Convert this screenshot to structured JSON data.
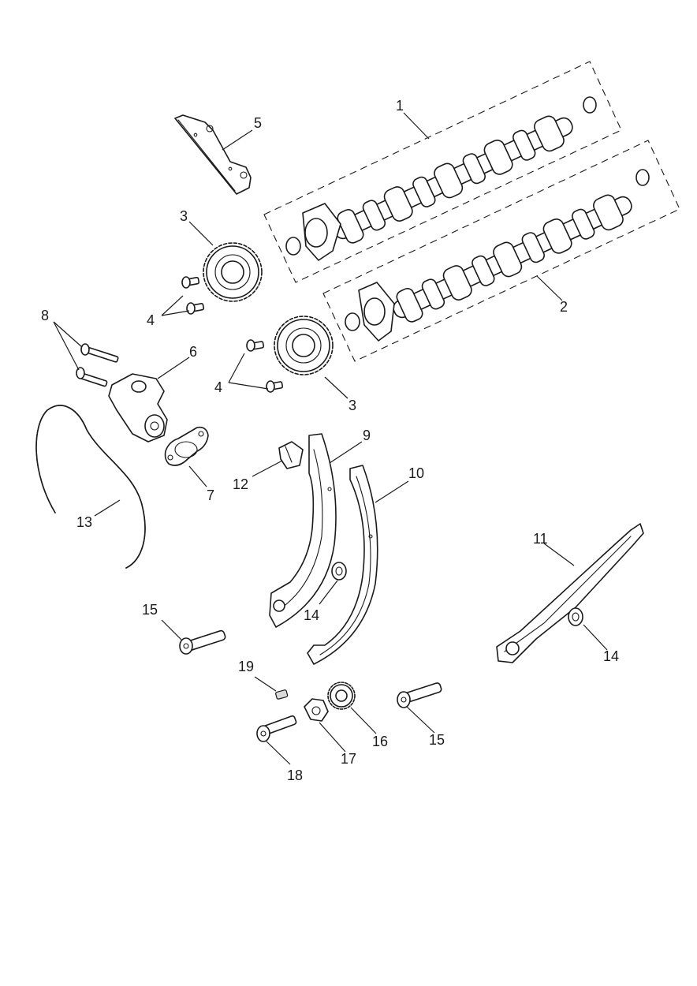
{
  "diagram": {
    "callouts": {
      "c1": "1",
      "c2": "2",
      "c3a": "3",
      "c3b": "3",
      "c4a": "4",
      "c4b": "4",
      "c5": "5",
      "c6": "6",
      "c7": "7",
      "c8": "8",
      "c9": "9",
      "c10": "10",
      "c11": "11",
      "c12": "12",
      "c13": "13",
      "c14a": "14",
      "c14b": "14",
      "c15a": "15",
      "c15b": "15",
      "c16": "16",
      "c17": "17",
      "c18": "18",
      "c19": "19"
    }
  }
}
